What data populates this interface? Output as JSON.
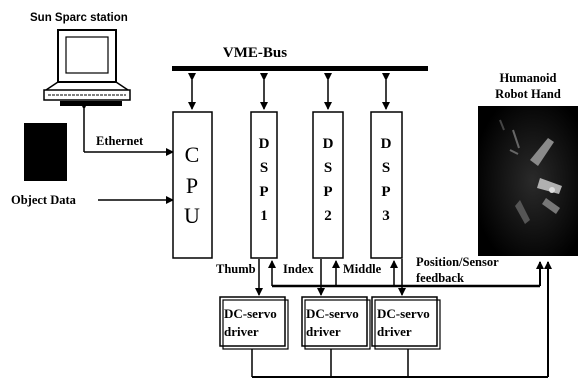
{
  "labels": {
    "workstation": "Sun Sparc station",
    "bus": "VME-Bus",
    "hand_title_1": "Humanoid",
    "hand_title_2": "Robot Hand",
    "ethernet": "Ethernet",
    "object_data": "Object Data",
    "thumb": "Thumb",
    "index": "Index",
    "middle": "Middle",
    "feedback_1": "Position/Sensor",
    "feedback_2": "feedback"
  },
  "cpu": {
    "letters": [
      "C",
      "P",
      "U"
    ]
  },
  "dsps": [
    {
      "letters": [
        "D",
        "S",
        "P",
        "1"
      ]
    },
    {
      "letters": [
        "D",
        "S",
        "P",
        "2"
      ]
    },
    {
      "letters": [
        "D",
        "S",
        "P",
        "3"
      ]
    }
  ],
  "drivers": [
    {
      "line1": "DC-servo",
      "line2": "driver"
    },
    {
      "line1": "DC-servo",
      "line2": "driver"
    },
    {
      "line1": "DC-servo",
      "line2": "driver"
    }
  ]
}
